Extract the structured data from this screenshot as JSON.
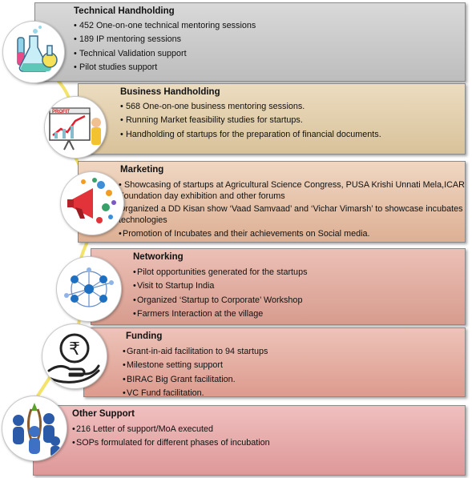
{
  "sections": [
    {
      "title": "Technical  Handholding",
      "icon": "lab-flasks-icon",
      "items": [
        "452 One-on-one  technical mentoring sessions",
        "189 IP mentoring sessions",
        "Technical Validation support",
        "Pilot studies support"
      ]
    },
    {
      "title": "Business  Handholding",
      "icon": "profit-chart-icon",
      "items": [
        "568 One-on-one  business mentoring sessions.",
        "Running Market feasibility studies for startups.",
        "Handholding of startups for the  preparation of financial documents."
      ]
    },
    {
      "title": "Marketing",
      "icon": "megaphone-icon",
      "items": [
        "Showcasing of startups at Agricultural Science Congress, PUSA Krishi Unnati Mela,ICAR Foundation day exhibition and other forums",
        "Organized a DD Kisan show  ‘Vaad Samvaad’ and ‘Vichar Vimarsh’ to showcase incubates technologies",
        "Promotion of Incubates and their achievements on Social media."
      ]
    },
    {
      "title": "Networking",
      "icon": "network-icon",
      "items": [
        "Pilot opportunities generated for the  startups",
        "Visit to Startup India",
        "Organized ‘Startup to Corporate’ Workshop",
        "Farmers Interaction at the village"
      ]
    },
    {
      "title": "Funding",
      "icon": "rupee-hand-icon",
      "items": [
        "Grant-in-aid facilitation to 94 startups",
        "Milestone setting support",
        "BIRAC Big Grant facilitation.",
        "VC Fund facilitation."
      ]
    },
    {
      "title": "Other Support",
      "icon": "team-support-icon",
      "items": [
        "216 Letter  of support/MoA executed",
        "SOPs formulated for different phases of incubation"
      ]
    }
  ],
  "bullet": "•",
  "colors": {
    "curve": "#f5e66a",
    "technical": "#c6c6c6",
    "business": "#dcc8a2",
    "marketing": "#e3bca2",
    "networking": "#dfa699",
    "funding": "#e2a698",
    "other": "#e4a3a3"
  }
}
